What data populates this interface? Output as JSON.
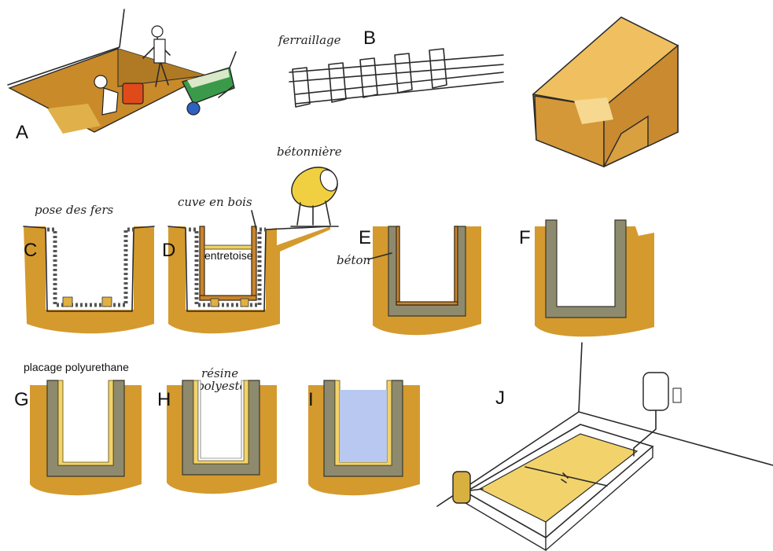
{
  "panels": {
    "A": {
      "letter": "A"
    },
    "B": {
      "letter": "B",
      "label": "ferraillage"
    },
    "C": {
      "letter": "C",
      "label": "pose des fers"
    },
    "D": {
      "letter": "D",
      "label": "cuve en bois",
      "sublabel": "entretoise"
    },
    "E": {
      "letter": "E",
      "label": "béton"
    },
    "F": {
      "letter": "F"
    },
    "G": {
      "letter": "G",
      "label": "placage polyurethane"
    },
    "H": {
      "letter": "H",
      "label_line1": "résine",
      "label_line2": "polyester"
    },
    "I": {
      "letter": "I"
    },
    "J": {
      "letter": "J"
    }
  },
  "mixer": {
    "label": "bétonnière"
  },
  "colors": {
    "earth": "#d49a2e",
    "concrete": "#8e8a6e",
    "wood": "#c8842e",
    "polyurethane": "#f2d36b",
    "water": "#b8c8f0",
    "bucket": "#e04a1a",
    "wheelbarrow": "#3a9a4a"
  }
}
